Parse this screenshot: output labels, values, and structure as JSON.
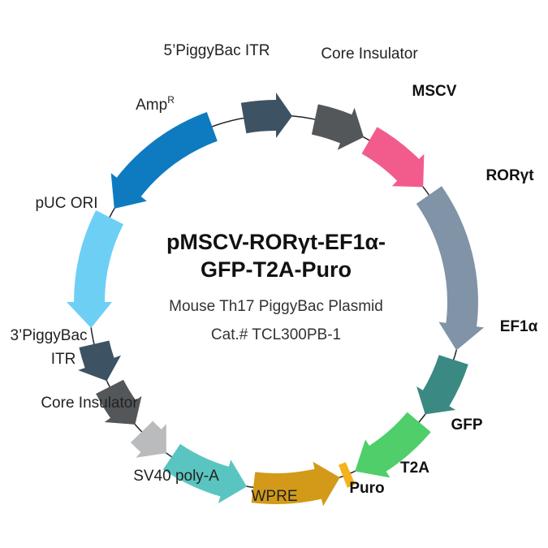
{
  "plasmid": {
    "title_line1": "pMSCV-RORγt-EF1α-",
    "title_line2": "GFP-T2A-Puro",
    "subtitle": "Mouse Th17 PiggyBac Plasmid",
    "catalog": "Cat.# TCL300PB-1"
  },
  "features": [
    {
      "key": "itr5",
      "label": "5’PiggyBac ITR",
      "color": "#3d5363",
      "bold": false
    },
    {
      "key": "core_ins_top",
      "label": "Core Insulator",
      "color": "#54575a",
      "bold": false
    },
    {
      "key": "mscv",
      "label": "MSCV",
      "color": "#f25c8d",
      "bold": true
    },
    {
      "key": "ror",
      "label": "RORγt",
      "color": "#8093a7",
      "bold": true
    },
    {
      "key": "ef1a",
      "label": "EF1α",
      "color": "#3a8a83",
      "bold": true
    },
    {
      "key": "gfp",
      "label": "GFP",
      "color": "#4fce6a",
      "bold": true
    },
    {
      "key": "t2a",
      "label": "T2A",
      "color": "#f5b21c",
      "bold": true
    },
    {
      "key": "puro",
      "label": "Puro",
      "color": "#d29a18",
      "bold": true
    },
    {
      "key": "wpre",
      "label": "WPRE",
      "color": "#5ac5c0",
      "bold": false
    },
    {
      "key": "sv40",
      "label": "SV40 poly-A",
      "color": "#b9bbbd",
      "bold": false
    },
    {
      "key": "core_ins_bottom",
      "label": "Core Insulator",
      "color": "#54575a",
      "bold": false
    },
    {
      "key": "itr3_line1",
      "label": "3’PiggyBac",
      "color": "#3d5363",
      "bold": false
    },
    {
      "key": "itr3_line2",
      "label": "ITR",
      "color": "#3d5363",
      "bold": false
    },
    {
      "key": "puc",
      "label": "pUC ORI",
      "color": "#6ecff5",
      "bold": false
    },
    {
      "key": "amp",
      "label": "Amp",
      "color": "#0e7bc0",
      "bold": false
    },
    {
      "key": "amp_sup",
      "label": "R",
      "color": "#0e7bc0",
      "bold": false
    }
  ]
}
